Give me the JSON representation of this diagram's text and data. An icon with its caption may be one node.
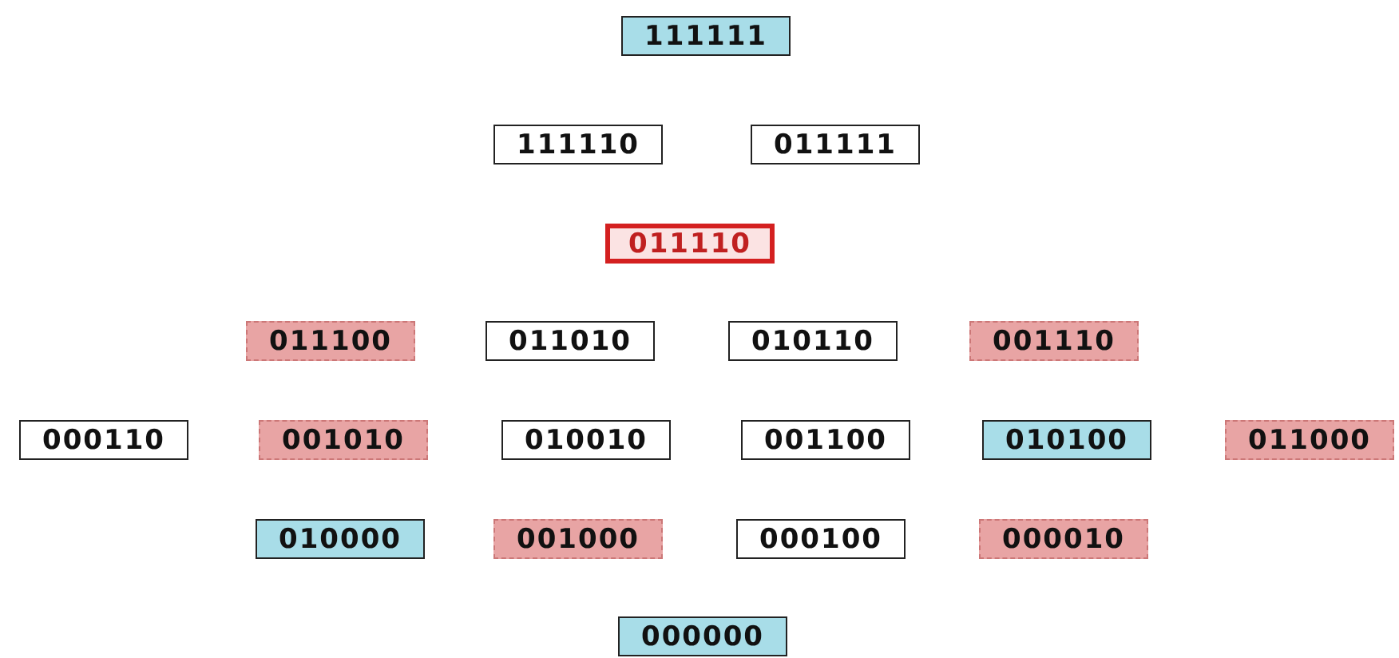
{
  "diagram": {
    "nodes": [
      {
        "text": [
          "111111"
        ]
      },
      {
        "text": [
          "111110"
        ]
      },
      {
        "text": [
          "011111"
        ]
      },
      {
        "text": [
          "011110"
        ]
      },
      {
        "text": [
          "011100"
        ]
      },
      {
        "text": [
          "011010"
        ]
      },
      {
        "text": [
          "010110"
        ]
      },
      {
        "text": [
          "001110"
        ]
      },
      {
        "text": [
          "000110"
        ]
      },
      {
        "text": [
          "001010"
        ]
      },
      {
        "text": [
          "010010"
        ]
      },
      {
        "text": [
          "001100"
        ]
      },
      {
        "text": [
          "010100"
        ]
      },
      {
        "text": [
          "011000"
        ]
      },
      {
        "text": [
          "010000"
        ]
      },
      {
        "text": [
          "001000"
        ]
      },
      {
        "text": [
          "000100"
        ]
      },
      {
        "text": [
          "000010"
        ]
      },
      {
        "text": [
          "000000"
        ]
      }
    ]
  }
}
